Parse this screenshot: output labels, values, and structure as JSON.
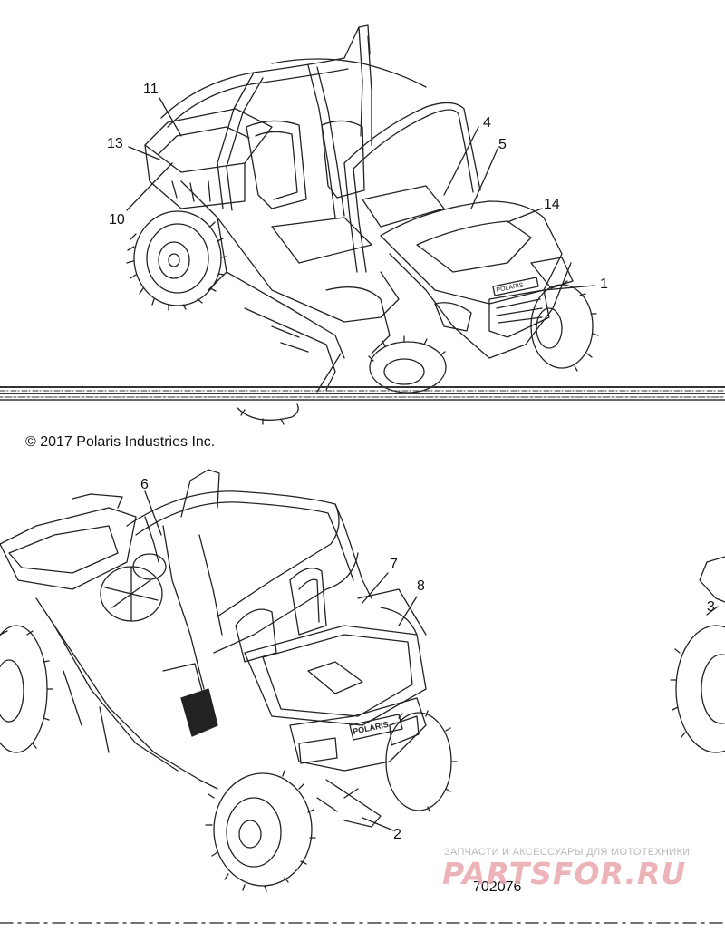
{
  "copyright": "© 2017 Polaris Industries Inc.",
  "doc_number": "702076",
  "watermark": {
    "tagline": "ЗАПЧАСТИ И АКСЕССУАРЫ ДЛЯ МОТОТЕХНИКИ",
    "brand": "PARTSFOR.RU"
  },
  "hood_logo": "POLARIS",
  "callouts": [
    "1",
    "2",
    "3",
    "4",
    "5",
    "6",
    "7",
    "8",
    "10",
    "11",
    "13",
    "14"
  ],
  "colors": {
    "line": "#222222",
    "watermark_red": "#e9a7ad",
    "watermark_gray": "#b9b9b9"
  }
}
